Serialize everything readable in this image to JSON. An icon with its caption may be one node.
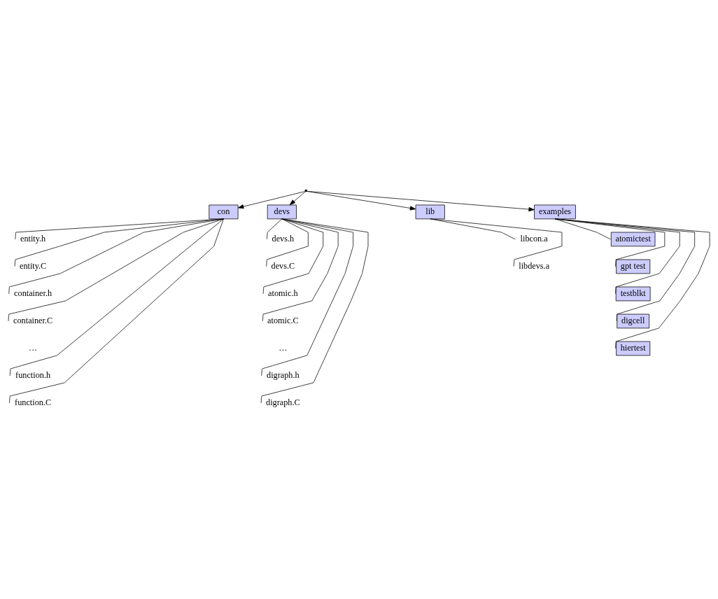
{
  "diagram": {
    "nodes": [
      {
        "text": [],
        "shape": "point"
      },
      {
        "text": [
          "con"
        ]
      },
      {
        "text": [
          "devs"
        ]
      },
      {
        "text": [
          "lib"
        ]
      },
      {
        "text": [
          "examples"
        ]
      },
      {
        "text": [
          "entity.h"
        ]
      },
      {
        "text": [
          "entity.C"
        ]
      },
      {
        "text": [
          "container.h"
        ]
      },
      {
        "text": [
          "container.C"
        ]
      },
      {
        "text": [
          "function.h"
        ]
      },
      {
        "text": [
          "function.C"
        ]
      },
      {
        "text": [
          "devs.h"
        ]
      },
      {
        "text": [
          "devs.C"
        ]
      },
      {
        "text": [
          "atomic.h"
        ]
      },
      {
        "text": [
          "atomic.C"
        ]
      },
      {
        "text": [
          "digraph.h"
        ]
      },
      {
        "text": [
          "digraph.C"
        ]
      },
      {
        "text": [
          "libcon.a"
        ]
      },
      {
        "text": [
          "libdevs.a"
        ]
      },
      {
        "text": [
          "atomictest"
        ]
      },
      {
        "text": [
          "gpt test"
        ]
      },
      {
        "text": [
          "testblkt"
        ]
      },
      {
        "text": [
          "digcell"
        ]
      },
      {
        "text": [
          "hiertest"
        ]
      }
    ],
    "edges": [
      {
        "from": 0,
        "to": 1,
        "arrow": "to"
      },
      {
        "from": 0,
        "to": 2,
        "arrow": "to"
      },
      {
        "from": 0,
        "to": 3,
        "arrow": "to"
      },
      {
        "from": 0,
        "to": 4,
        "arrow": "to"
      },
      {
        "from": 1,
        "to": 5,
        "arrow": "none"
      },
      {
        "from": 1,
        "to": 6,
        "arrow": "none"
      },
      {
        "from": 1,
        "to": 7,
        "arrow": "none"
      },
      {
        "from": 1,
        "to": 8,
        "arrow": "none"
      },
      {
        "from": 1,
        "to": 9,
        "arrow": "none"
      },
      {
        "from": 1,
        "to": 10,
        "arrow": "none"
      },
      {
        "from": 2,
        "to": 11,
        "arrow": "none"
      },
      {
        "from": 2,
        "to": 12,
        "arrow": "none"
      },
      {
        "from": 2,
        "to": 13,
        "arrow": "none"
      },
      {
        "from": 2,
        "to": 14,
        "arrow": "none"
      },
      {
        "from": 2,
        "to": 15,
        "arrow": "none"
      },
      {
        "from": 2,
        "to": 16,
        "arrow": "none"
      },
      {
        "from": 3,
        "to": 17,
        "arrow": "none"
      },
      {
        "from": 3,
        "to": 18,
        "arrow": "none"
      },
      {
        "from": 4,
        "to": 19,
        "arrow": "none"
      },
      {
        "from": 4,
        "to": 20,
        "arrow": "none"
      },
      {
        "from": 4,
        "to": 21,
        "arrow": "none"
      },
      {
        "from": 4,
        "to": 22,
        "arrow": "none"
      },
      {
        "from": 4,
        "to": 23,
        "arrow": "none"
      }
    ],
    "labels": [
      "…",
      "…"
    ]
  }
}
